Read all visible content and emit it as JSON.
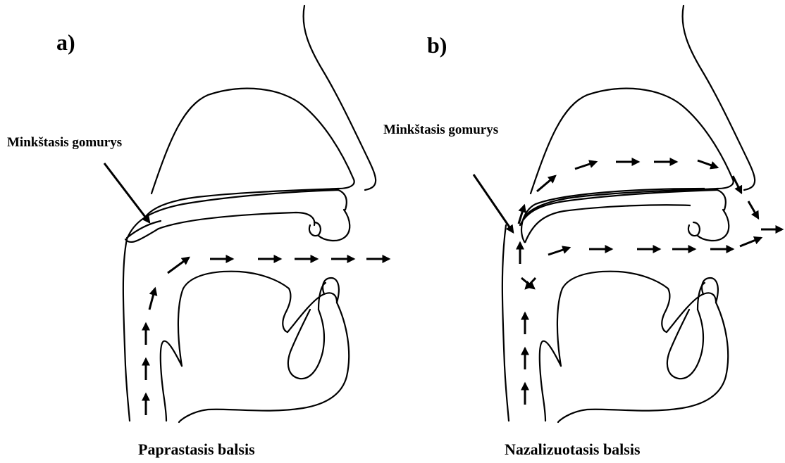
{
  "panel_a": {
    "letter": "a)",
    "callout": "Minkštasis gomurys",
    "caption": "Paprastasis balsis"
  },
  "panel_b": {
    "letter": "b)",
    "callout": "Minkštasis gomurys",
    "caption": "Nazalizuotasis balsis"
  }
}
